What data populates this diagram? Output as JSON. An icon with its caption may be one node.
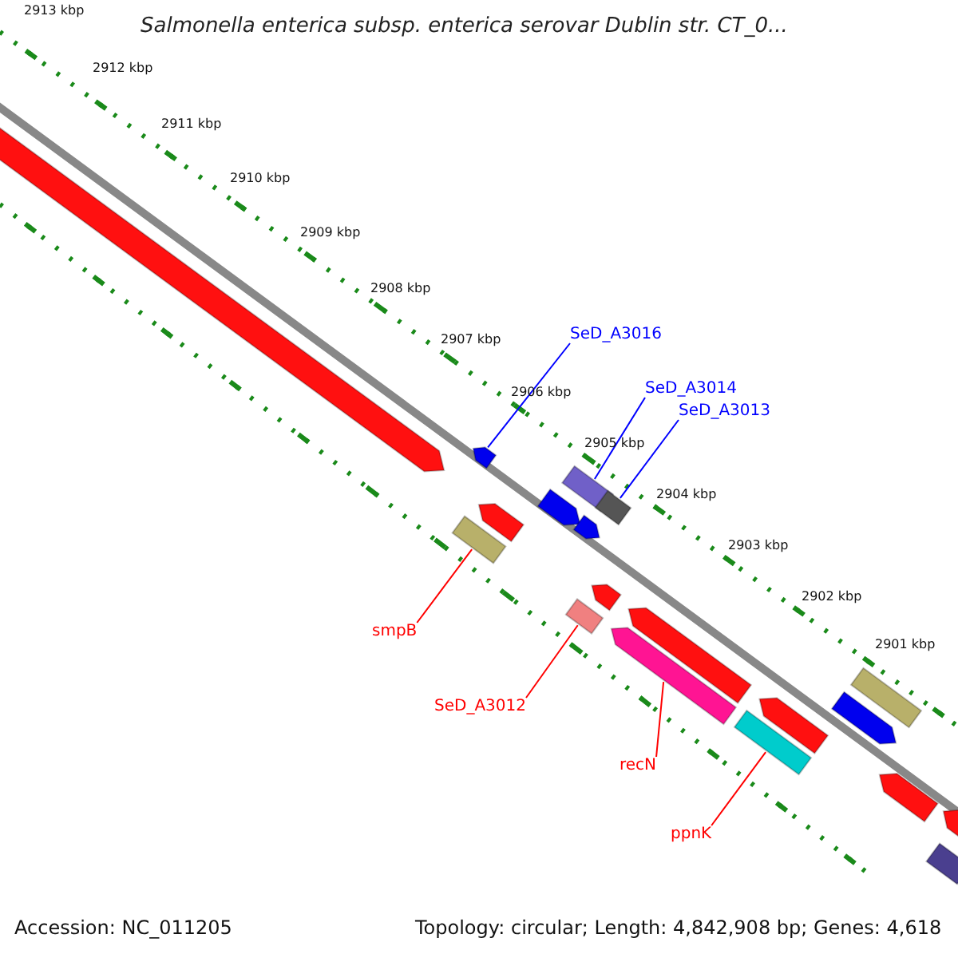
{
  "diagram": {
    "title": "Salmonella enterica subsp. enterica serovar Dublin str. CT_0...",
    "nodes": [
      {
        "text": [
          "SeD_A3016"
        ]
      },
      {
        "text": [],
        "shape": "pentagon"
      },
      {
        "text": [
          "SeD_A3014"
        ]
      },
      {
        "text": [],
        "shape": "bar"
      },
      {
        "text": [
          "SeD_A3013"
        ]
      },
      {
        "text": [],
        "shape": "bar"
      },
      {
        "text": [
          "smpB"
        ]
      },
      {
        "text": [],
        "shape": "bar"
      },
      {
        "text": [
          "SeD_A3012"
        ]
      },
      {
        "text": [],
        "shape": "bar"
      },
      {
        "text": [
          "recN"
        ]
      },
      {
        "text": [],
        "shape": "pentagon"
      },
      {
        "text": [
          "ppnK"
        ]
      },
      {
        "text": [],
        "shape": "bar"
      },
      {
        "text": [],
        "shape": "pentagon"
      },
      {
        "text": [],
        "shape": "pentagon"
      },
      {
        "text": [],
        "shape": "pentagon"
      },
      {
        "text": [],
        "shape": "pentagon"
      },
      {
        "text": [],
        "shape": "pentagon"
      },
      {
        "text": [],
        "shape": "pentagon"
      },
      {
        "text": [],
        "shape": "pentagon"
      },
      {
        "text": [],
        "shape": "bar"
      },
      {
        "text": [],
        "shape": "pentagon"
      },
      {
        "text": [],
        "shape": "pentagon"
      },
      {
        "text": [],
        "shape": "pentagon"
      },
      {
        "text": [],
        "shape": "bar"
      }
    ],
    "edges": [
      {
        "from": 0,
        "to": 1,
        "arrow": "none",
        "color": "#0000ff"
      },
      {
        "from": 2,
        "to": 3,
        "arrow": "none",
        "color": "#0000ff"
      },
      {
        "from": 4,
        "to": 5,
        "arrow": "none",
        "color": "#0000ff"
      },
      {
        "from": 6,
        "to": 7,
        "arrow": "none"
      },
      {
        "from": 8,
        "to": 9,
        "arrow": "none"
      },
      {
        "from": 10,
        "to": 11,
        "arrow": "none"
      },
      {
        "from": 12,
        "to": 13,
        "arrow": "none"
      }
    ],
    "labels": [
      "2913 kbp",
      "2912 kbp",
      "2911 kbp",
      "2910 kbp",
      "2909 kbp",
      "2908 kbp",
      "2907 kbp",
      "2906 kbp",
      "2905 kbp",
      "2904 kbp",
      "2903 kbp",
      "2902 kbp",
      "2901 kbp",
      "Accession: NC_011205",
      "Topology: circular; Length: 4,842,908 bp; Genes: 4,618"
    ]
  }
}
